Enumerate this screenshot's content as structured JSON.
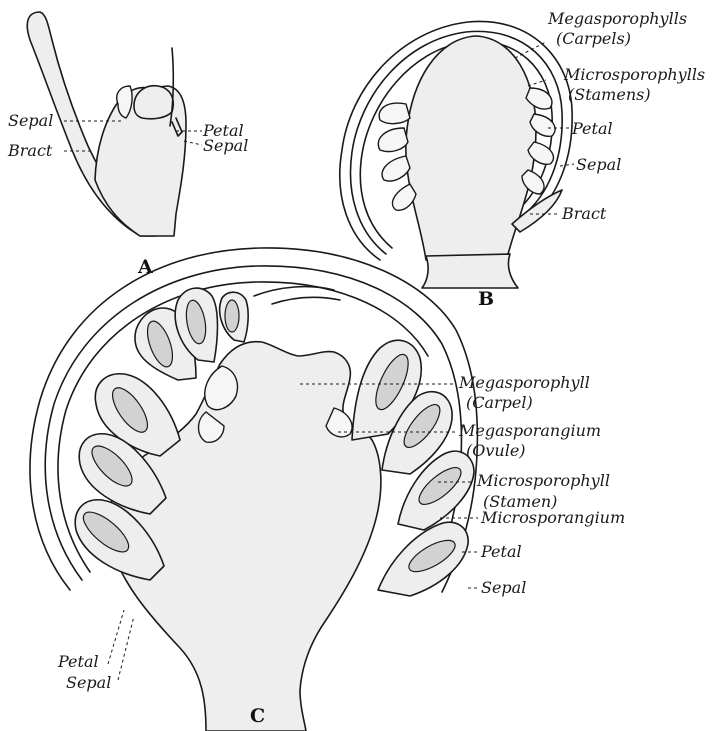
{
  "figure": {
    "panels": {
      "A": {
        "letter": "A",
        "labels": {
          "sepal_left": "Sepal",
          "bract": "Bract",
          "petal": "Petal",
          "sepal_right": "Sepal"
        }
      },
      "B": {
        "letter": "B",
        "labels": {
          "megasporophylls": "Megasporophylls",
          "carpels": "(Carpels)",
          "microsporophylls": "Microsporophylls",
          "stamens": "(Stamens)",
          "petal": "Petal",
          "sepal": "Sepal",
          "bract": "Bract"
        }
      },
      "C": {
        "letter": "C",
        "labels": {
          "megasporophyll": "Megasporophyll",
          "carpel": "(Carpel)",
          "megasporangium": "Megasporangium",
          "ovule": "(Ovule)",
          "microsporophyll": "Microsporophyll",
          "stamen": "(Stamen)",
          "microsporangium": "Microsporangium",
          "petal_right": "Petal",
          "sepal_right": "Sepal",
          "petal_left": "Petal",
          "sepal_left": "Sepal"
        }
      }
    }
  }
}
